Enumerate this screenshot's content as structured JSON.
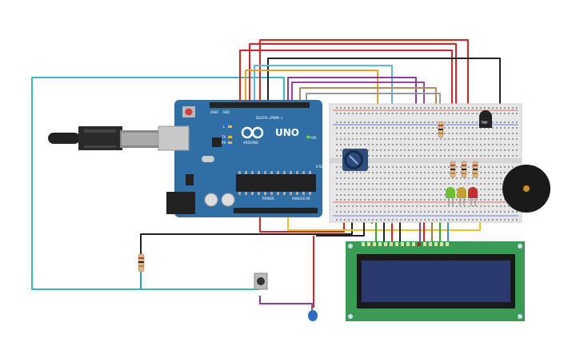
{
  "board": {
    "logo_text": "UNO",
    "brand_text": "ARDUINO",
    "digital_label": "DIGITAL (PWM~)",
    "power_label": "POWER",
    "analog_label": "ANALOG IN",
    "tx_label": "TX",
    "rx_label": "RX",
    "l_label": "L",
    "on_label": "ON",
    "aref_label": "AREF",
    "gnd_label": "GND",
    "icsp_label": "ICSP"
  },
  "temp_sensor": {
    "label": "TMP"
  },
  "colors": {
    "board": "#2f6fa6",
    "breadboard": "#e6e6e6",
    "lcd_pcb": "#3a9b55",
    "lcd_screen": "#2a3a6e",
    "wire_red": "#e02020",
    "wire_black": "#222222",
    "wire_teal": "#35b9c0",
    "wire_orange": "#f0a020",
    "wire_purple": "#8a3a9a",
    "wire_green": "#3aa030",
    "wire_yellow": "#f0c020",
    "wire_brown": "#9a7a50",
    "wire_blue": "#3a90d0",
    "led_green": "#6cc030",
    "led_yellow": "#c0a030",
    "led_red": "#c03030",
    "buzzer": "#1a1a1a"
  },
  "icons": [
    "usb-cable-icon",
    "arduino-uno-board",
    "breadboard",
    "potentiometer-icon",
    "temperature-sensor-icon",
    "buzzer-icon",
    "led-icon",
    "resistor-icon",
    "pushbutton-icon",
    "capacitor-icon",
    "lcd-display-icon"
  ]
}
